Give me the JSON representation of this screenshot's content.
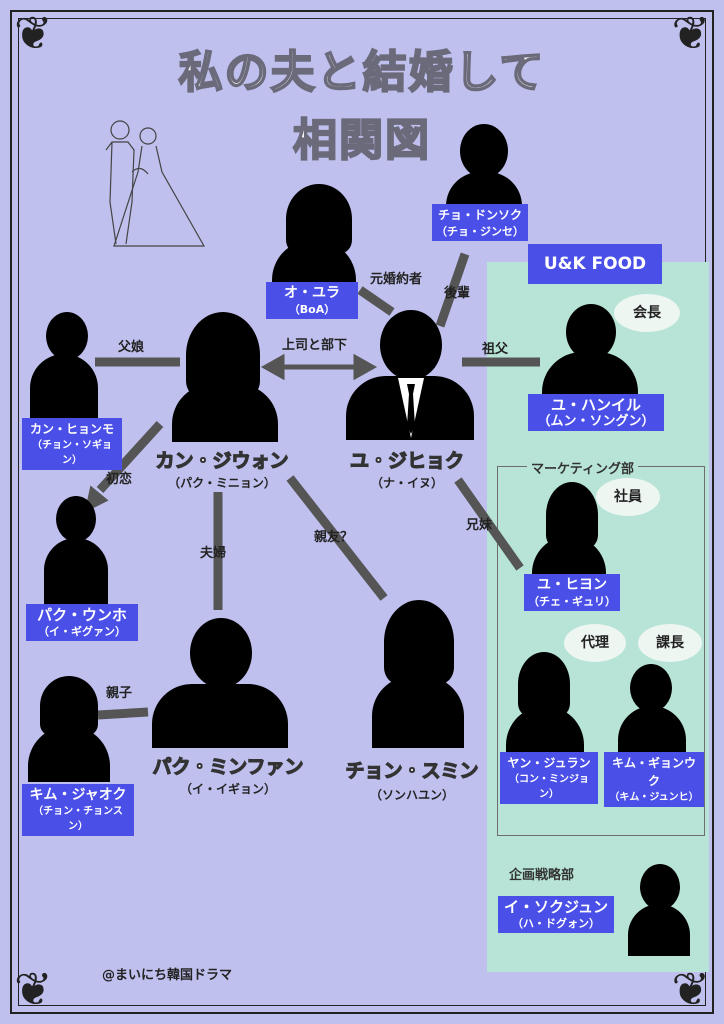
{
  "title": {
    "line1": "私の夫と結婚して",
    "line2": "相関図"
  },
  "company": {
    "name": "U&K FOOD"
  },
  "departments": {
    "marketing": "マーケティング部",
    "planning": "企画戦略部"
  },
  "characters": {
    "cho_dongseok": {
      "name": "チョ・ドンソク",
      "actor": "（チョ・ジンセ）"
    },
    "oh_yura": {
      "name": "オ・ユラ",
      "actor": "（BoA）"
    },
    "kang_heonmo": {
      "name": "カン・ヒョンモ",
      "actor": "（チョン・ソギョン）"
    },
    "kang_jiwon": {
      "name": "カン・ジウォン",
      "actor": "（パク・ミニョン）"
    },
    "yu_jihyuk": {
      "name": "ユ・ジヒョク",
      "actor": "（ナ・イヌ）"
    },
    "yu_hanil": {
      "name": "ユ・ハンイル",
      "actor": "（ムン・ソングン）"
    },
    "park_unho": {
      "name": "パク・ウンホ",
      "actor": "（イ・ギグァン）"
    },
    "yu_heeyeon": {
      "name": "ユ・ヒヨン",
      "actor": "（チェ・ギュリ）"
    },
    "park_minhwan": {
      "name": "パク・ミンファン",
      "actor": "（イ・イギョン）"
    },
    "jung_sumin": {
      "name": "チョン・スミン",
      "actor": "（ソンハユン）"
    },
    "kim_jaok": {
      "name": "キム・ジャオク",
      "actor": "（チョン・チョンスン）"
    },
    "yang_juran": {
      "name": "ヤン・ジュラン",
      "actor": "（コン・ミンジョン）"
    },
    "kim_gyeonguk": {
      "name": "キム・ギョンウク",
      "actor": "（キム・ジュンヒ）"
    },
    "lee_sokjun": {
      "name": "イ・ソクジュン",
      "actor": "（ハ・ドグォン）"
    }
  },
  "relations": {
    "ex_fiance": "元婚約者",
    "junior": "後輩",
    "father_daughter": "父娘",
    "boss_sub": "上司と部下",
    "grandfather": "祖父",
    "first_love": "初恋",
    "siblings": "兄妹",
    "best_friend": "親友？",
    "married": "夫婦",
    "parent_child": "親子"
  },
  "positions": {
    "chairman": "会長",
    "employee": "社員",
    "deputy": "代理",
    "manager": "課長"
  },
  "credit": "@まいにち韓国ドラマ"
}
